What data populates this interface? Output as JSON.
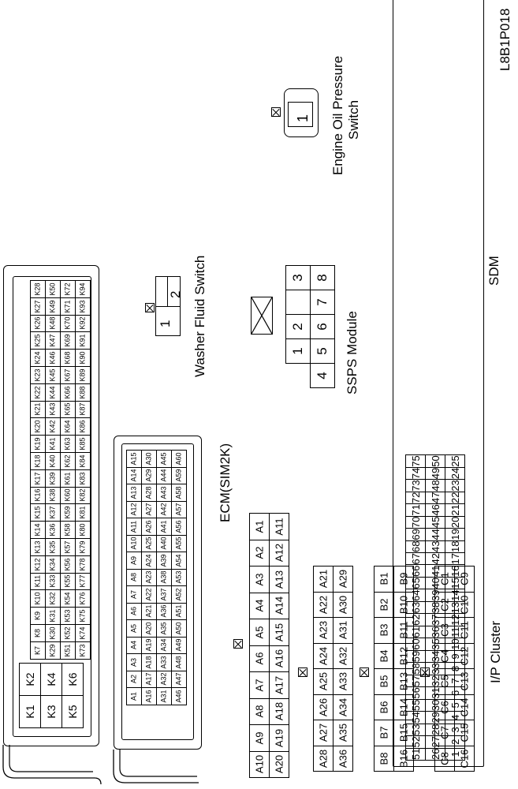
{
  "code": "L8B1P018",
  "sdm": {
    "label": "SDM",
    "row1": [
      "51",
      "52",
      "53",
      "54",
      "55",
      "56",
      "57",
      "58",
      "59",
      "60",
      "61",
      "62",
      "63",
      "64",
      "65",
      "66",
      "67",
      "68",
      "69",
      "70",
      "71",
      "72",
      "73",
      "74",
      "75"
    ],
    "row2": [
      "26",
      "27",
      "28",
      "29",
      "30",
      "31",
      "32",
      "33",
      "34",
      "35",
      "36",
      "37",
      "38",
      "39",
      "40",
      "41",
      "42",
      "43",
      "44",
      "45",
      "46",
      "47",
      "48",
      "49",
      "50"
    ],
    "row3": [
      "1",
      "2",
      "3",
      "4",
      "5",
      "6",
      "7",
      "8",
      "9",
      "10",
      "11",
      "12",
      "13",
      "14",
      "15",
      "16",
      "17",
      "18",
      "19",
      "20",
      "21",
      "22",
      "23",
      "24",
      "25"
    ]
  },
  "oil": {
    "label_line1": "Engine Oil Pressure",
    "label_line2": "Switch",
    "pin": "1"
  },
  "washer": {
    "label": "Washer Fluid Switch",
    "pins": [
      "1",
      "2"
    ]
  },
  "ssps": {
    "label": "SSPS Module",
    "top": [
      "1",
      "2",
      "",
      "3"
    ],
    "bottom": [
      "4",
      "5",
      "6",
      "7",
      "8"
    ]
  },
  "ecm": {
    "label": "ECM(SIM2K)",
    "k_left": [
      [
        "K1",
        "K2"
      ],
      [
        "K3",
        "K4"
      ],
      [
        "K5",
        "K6"
      ]
    ],
    "k_row1": [
      "K7",
      "K8",
      "K9",
      "K10",
      "K11",
      "K12",
      "K13",
      "K14",
      "K15",
      "K16",
      "K17",
      "K18",
      "K19",
      "K20",
      "K21",
      "K22",
      "K23",
      "K24",
      "K25",
      "K26",
      "K27",
      "K28"
    ],
    "k_row2": [
      "K29",
      "K30",
      "K31",
      "K32",
      "K33",
      "K34",
      "K35",
      "K36",
      "K37",
      "K38",
      "K39",
      "K40",
      "K41",
      "K42",
      "K43",
      "K44",
      "K45",
      "K46",
      "K47",
      "K48",
      "K49",
      "K50"
    ],
    "k_row3": [
      "K51",
      "K52",
      "K53",
      "K54",
      "K55",
      "K56",
      "K57",
      "K58",
      "K59",
      "K60",
      "K61",
      "K62",
      "K63",
      "K64",
      "K65",
      "K66",
      "K67",
      "K68",
      "K69",
      "K70",
      "K71",
      "K72"
    ],
    "k_row4": [
      "K73",
      "K74",
      "K75",
      "K76",
      "K77",
      "K78",
      "K79",
      "K80",
      "K81",
      "K82",
      "K83",
      "K84",
      "K85",
      "K86",
      "K87",
      "K88",
      "K89",
      "K90",
      "K91",
      "K92",
      "K93",
      "K94"
    ],
    "a_row1": [
      "A1",
      "A2",
      "A3",
      "A4",
      "A5",
      "A6",
      "A7",
      "A8",
      "A9",
      "A10",
      "A11",
      "A12",
      "A13",
      "A14",
      "A15"
    ],
    "a_row2": [
      "A16",
      "A17",
      "A18",
      "A19",
      "A20",
      "A21",
      "A22",
      "A23",
      "A24",
      "A25",
      "A26",
      "A27",
      "A28",
      "A29",
      "A30"
    ],
    "a_row3": [
      "A31",
      "A32",
      "A33",
      "A34",
      "A35",
      "A36",
      "A37",
      "A38",
      "A39",
      "A40",
      "A41",
      "A42",
      "A43",
      "A44",
      "A45"
    ],
    "a_row4": [
      "A46",
      "A47",
      "A48",
      "A49",
      "A50",
      "A51",
      "A52",
      "A53",
      "A54",
      "A55",
      "A56",
      "A57",
      "A58",
      "A59",
      "A60"
    ]
  },
  "ip": {
    "label": "I/P Cluster",
    "a_top": [
      "A10",
      "A9",
      "A8",
      "A7",
      "A6",
      "A5",
      "A4",
      "A3",
      "A2",
      "A1"
    ],
    "a_bot": [
      "A20",
      "A19",
      "A18",
      "A17",
      "A16",
      "A15",
      "A14",
      "A13",
      "A12",
      "A11"
    ],
    "a2_top": [
      "A28",
      "A27",
      "A26",
      "A25",
      "A24",
      "A23",
      "A22",
      "A21"
    ],
    "a2_bot": [
      "A36",
      "A35",
      "A34",
      "A33",
      "A32",
      "A31",
      "A30",
      "A29"
    ],
    "b_top": [
      "B8",
      "B7",
      "B6",
      "B5",
      "B4",
      "B3",
      "B2",
      "B1"
    ],
    "b_bot": [
      "B16",
      "B15",
      "B14",
      "B13",
      "B12",
      "B11",
      "B10",
      "B9"
    ],
    "c_top": [
      "C8",
      "C7",
      "C6",
      "C5",
      "C4",
      "C3",
      "C2",
      "C1"
    ],
    "c_bot": [
      "C16",
      "C15",
      "C14",
      "C13",
      "C12",
      "C11",
      "C10",
      "C9"
    ]
  }
}
